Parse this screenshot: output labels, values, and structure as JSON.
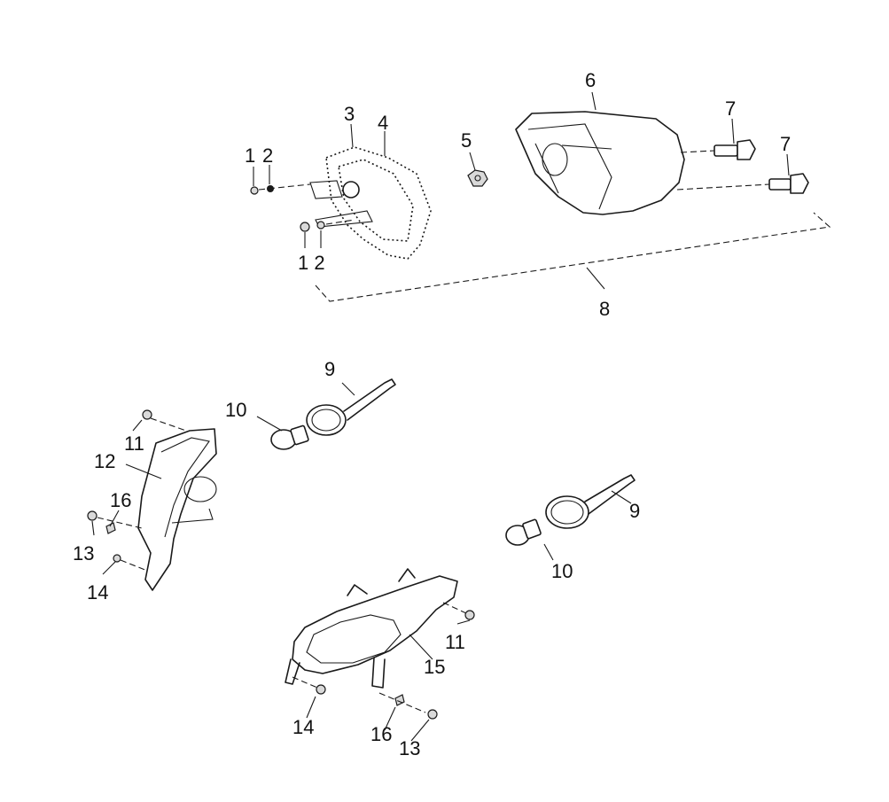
{
  "diagram": {
    "callouts": {
      "c1": "1",
      "c2": "2",
      "c3": "3",
      "c4": "4",
      "c5": "5",
      "c6": "6",
      "c7a": "7",
      "c7b": "7",
      "c8": "8",
      "c12a": "1 2",
      "c9a": "9",
      "c10a": "10",
      "c11a": "11",
      "c12b": "12",
      "c16a": "16",
      "c13a": "13",
      "c14a": "14",
      "c9b": "9",
      "c10b": "10",
      "c11b": "11",
      "c15": "15",
      "c14b": "14",
      "c16b": "16",
      "c13b": "13"
    }
  }
}
